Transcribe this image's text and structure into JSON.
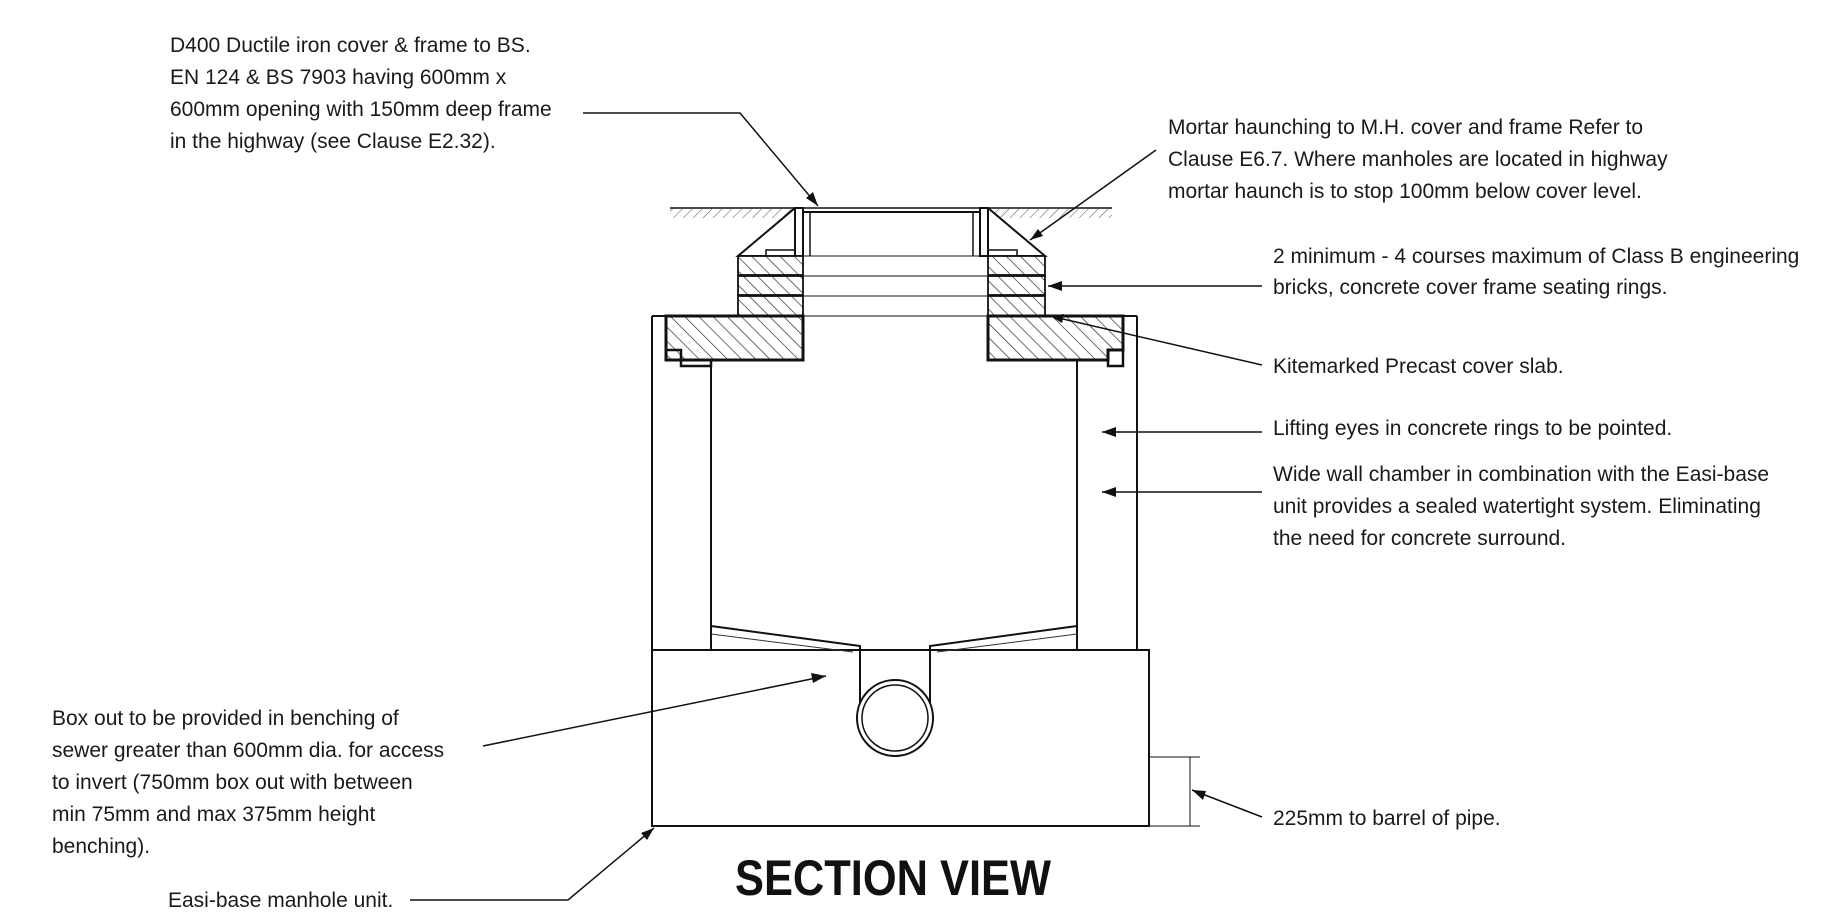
{
  "title": "SECTION VIEW",
  "annotations": {
    "cover_frame": [
      "D400 Ductile iron cover & frame to BS.",
      "EN 124 & BS 7903 having 600mm x",
      "600mm opening with 150mm deep frame",
      "in the highway (see Clause E2.32)."
    ],
    "mortar_haunching": [
      "Mortar haunching to M.H. cover and frame Refer to",
      "Clause E6.7. Where manholes are located in highway",
      "mortar haunch is to stop 100mm below cover level."
    ],
    "bricks": [
      "2 minimum - 4 courses maximum of Class B engineering",
      "bricks, concrete cover frame seating rings."
    ],
    "cover_slab": [
      "Kitemarked Precast cover slab."
    ],
    "lifting_eyes": [
      "Lifting eyes in concrete rings to be pointed."
    ],
    "wide_wall": [
      "Wide wall chamber in combination with the Easi-base",
      "unit provides a sealed watertight system. Eliminating",
      "the need for concrete surround."
    ],
    "box_out": [
      "Box out to be provided in benching of",
      "sewer greater than 600mm dia. for access",
      "to invert (750mm box out with  between",
      "min 75mm and max 375mm height",
      "benching)."
    ],
    "barrel": [
      "225mm to barrel of pipe."
    ],
    "easi_base": [
      "Easi-base manhole unit."
    ]
  }
}
